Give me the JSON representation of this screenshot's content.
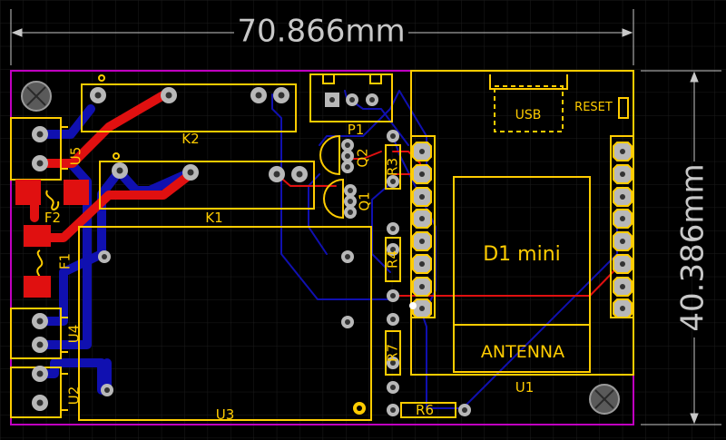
{
  "dimensions": {
    "width": "70.866mm",
    "height": "40.386mm"
  },
  "designators": {
    "k1": "K1",
    "k2": "K2",
    "p1": "P1",
    "q1": "Q1",
    "q2": "Q2",
    "r3": "R3",
    "r4": "R4",
    "r6": "R6",
    "r7": "R7",
    "u1": "U1",
    "u2": "U2",
    "u3": "U3",
    "u4": "U4",
    "u5": "U5",
    "f1": "F1",
    "f2": "F2"
  },
  "module": {
    "name": "D1 mini",
    "antenna": "ANTENNA",
    "usb": "USB",
    "reset": "RESET"
  },
  "colors": {
    "background": "#000000",
    "grid": "#1c1c1c",
    "board_outline": "#c000c0",
    "silkscreen": "#ffcc00",
    "top_copper": "#e01010",
    "bottom_copper": "#1010b0",
    "pad": "#b8b8b8",
    "dimension": "#c8c8c8"
  }
}
